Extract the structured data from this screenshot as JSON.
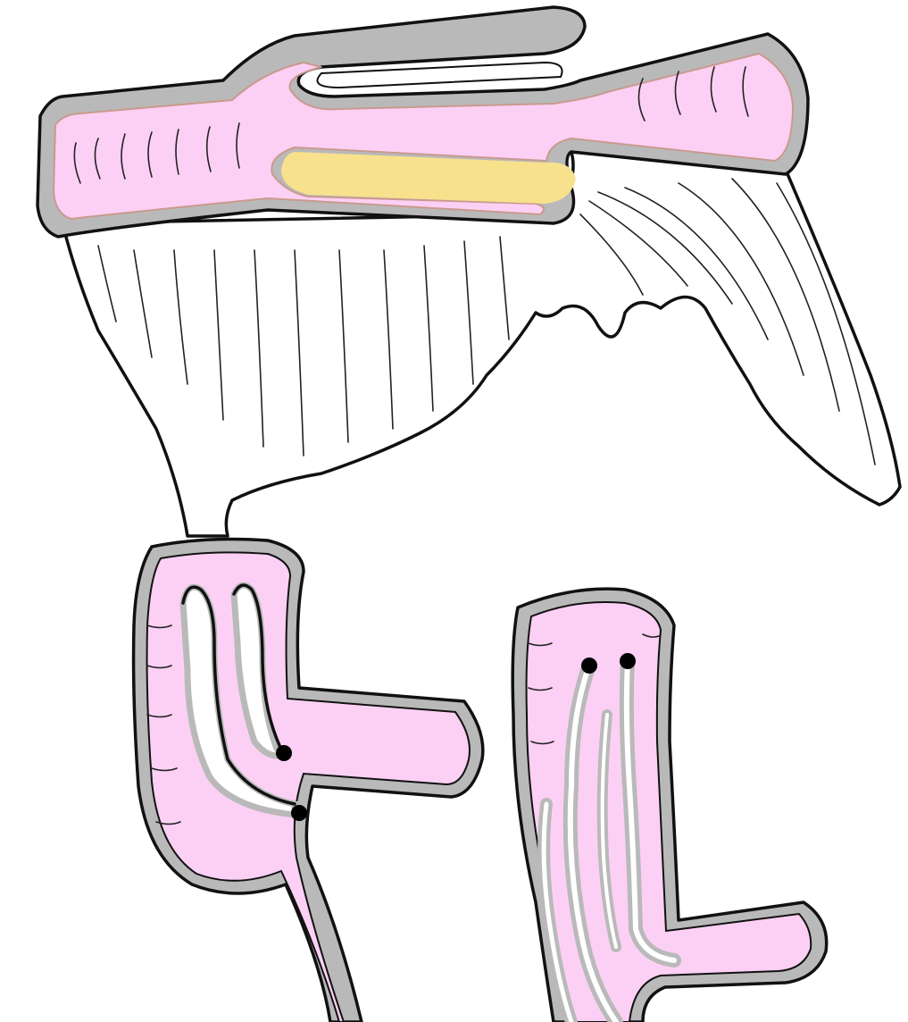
{
  "image": {
    "kind": "anatomical line drawing",
    "labels": []
  },
  "colors": {
    "background": "#ffffff",
    "outline": "#111111",
    "wall": "#b9b9b9",
    "lumen": "#fcd0f4",
    "mesentery": "#f8e18c",
    "inner_rim": "#c99a8e",
    "marker": "#000000"
  },
  "panels": [
    {
      "id": "upper-bowel-with-mesentery"
    },
    {
      "id": "lower-left-loop-with-sac"
    },
    {
      "id": "lower-right-loop-with-sac"
    }
  ],
  "markers": {
    "count": 4
  }
}
